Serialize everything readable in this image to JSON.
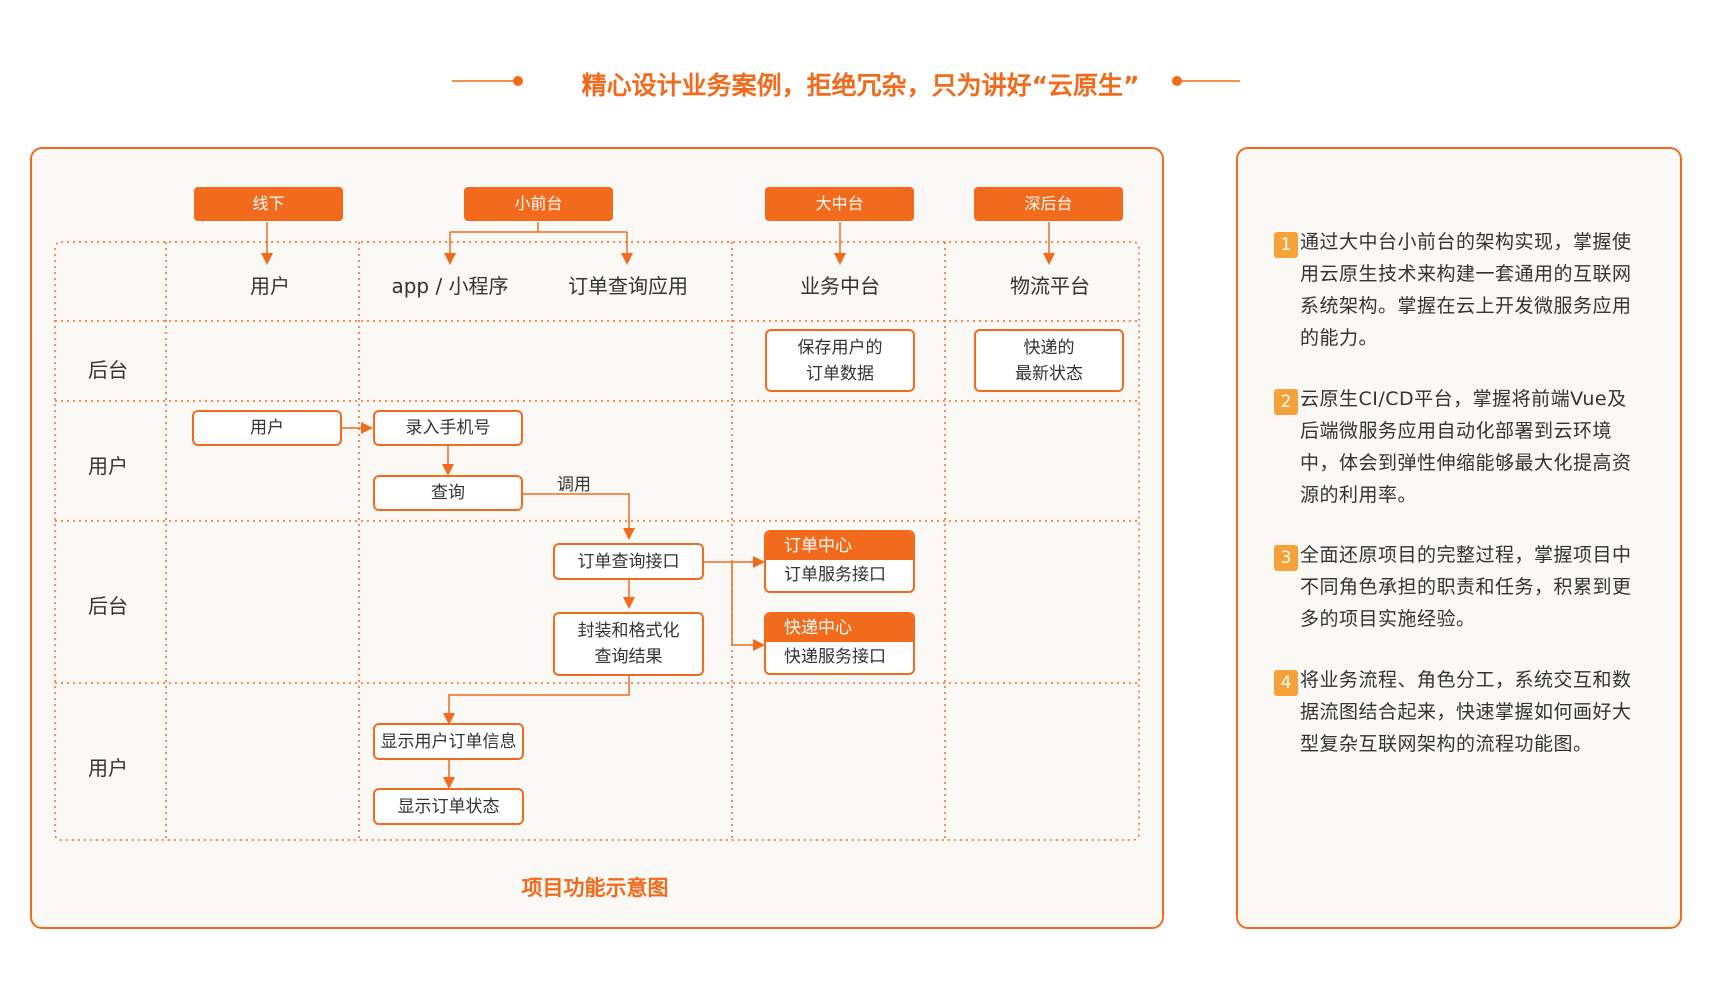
{
  "title": "精心设计业务案例，拒绝冗杂，只为讲好“云原生”",
  "diagram": {
    "caption": "项目功能示意图",
    "column_headers": [
      "线下",
      "小前台",
      "大中台",
      "深后台"
    ],
    "column_labels": [
      "用户",
      "app / 小程序",
      "订单查询应用",
      "业务中台",
      "物流平台"
    ],
    "row_labels": [
      "后台",
      "用户",
      "后台",
      "用户"
    ],
    "nodes": {
      "save_order": "保存用户的\n订单数据",
      "latest_status": "快递的\n最新状态",
      "user": "用户",
      "enter_phone": "录入手机号",
      "query": "查询",
      "call_label": "调用",
      "order_query_api": "订单查询接口",
      "wrap_format": "封装和格式化\n查询结果",
      "order_center_title": "订单中心",
      "order_center_api": "订单服务接口",
      "express_center_title": "快递中心",
      "express_center_api": "快递服务接口",
      "show_order_info": "显示用户订单信息",
      "show_order_status": "显示订单状态"
    }
  },
  "features": [
    {
      "num": "1",
      "text": "通过大中台小前台的架构实现，掌握使用云原生技术来构建一套通用的互联网系统架构。掌握在云上开发微服务应用的能力。"
    },
    {
      "num": "2",
      "text": "云原生CI/CD平台，掌握将前端Vue及后端微服务应用自动化部署到云环境中，体会到弹性伸缩能够最大化提高资源的利用率。"
    },
    {
      "num": "3",
      "text": "全面还原项目的完整过程，掌握项目中不同角色承担的职责和任务，积累到更多的项目实施经验。"
    },
    {
      "num": "4",
      "text": "将业务流程、角色分工，系统交互和数据流图结合起来，快速掌握如何画好大型复杂互联网架构的流程功能图。"
    }
  ],
  "colors": {
    "accent": "#f26b1d",
    "num_badge": "#f5a23a"
  }
}
